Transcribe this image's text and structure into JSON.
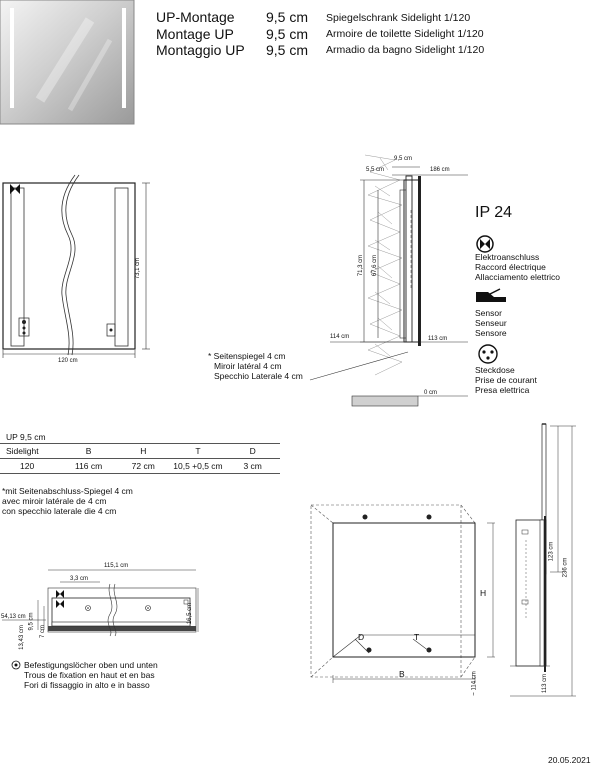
{
  "header": {
    "rows": [
      {
        "type": "UP-Montage",
        "depth": "9,5 cm",
        "product": "Spiegelschrank Sidelight 1/120"
      },
      {
        "type": "Montage UP",
        "depth": "9,5 cm",
        "product": "Armoire de toilette Sidelight 1/120"
      },
      {
        "type": "Montaggio UP",
        "depth": "9,5 cm",
        "product": "Armadio da bagno Sidelight 1/120"
      }
    ]
  },
  "front": {
    "width": "120 cm",
    "height": "73,1 cm"
  },
  "side": {
    "d95": "9,5 cm",
    "d55": "5,5 cm",
    "d186": "186 cm",
    "h713": "71,3 cm",
    "h676": "67,6 cm",
    "h114": "114 cm",
    "h113": "113 cm",
    "h0": "0 cm"
  },
  "mirror_note": [
    "* Seitenspiegel 4 cm",
    "Miroir latéral 4 cm",
    "Specchio Laterale 4 cm"
  ],
  "legend": {
    "ip": "IP 24",
    "power": [
      "Elektroanschluss",
      "Raccord électrique",
      "Allacciamento elettrico"
    ],
    "sensor": [
      "Sensor",
      "Senseur",
      "Sensore"
    ],
    "socket": [
      "Steckdose",
      "Prise de courant",
      "Presa elettrica"
    ]
  },
  "table": {
    "caption": "UP 9,5 cm",
    "headers": [
      "Sidelight",
      "B",
      "H",
      "T",
      "D"
    ],
    "values": [
      "120",
      "116 cm",
      "72 cm",
      "10,5 +0,5 cm",
      "3 cm"
    ]
  },
  "side_mirror_note": [
    "*mit Seitenabschluss-Spiegel 4 cm",
    "avec miroir latérale de 4 cm",
    "con specchio laterale die 4 cm"
  ],
  "top": {
    "w1151": "115,1 cm",
    "w33": "3,3 cm",
    "d165": "16,5 cm",
    "d5413": "54,13 cm",
    "d1343": "13,43 cm",
    "d95": "9,5 cm",
    "d7": "7 cm"
  },
  "holes_note": [
    "Befestigungslöcher oben und unten",
    "Trous de fixation en haut et en bas",
    "Fori di fissaggio in alto e in basso"
  ],
  "niche": {
    "h": "H",
    "b": "B",
    "d": "D",
    "t": "T"
  },
  "install": {
    "h123": "123 cm",
    "h236": "236 cm",
    "h114": "~ 114 cm",
    "h113": "113 cm"
  },
  "date": "20.05.2021"
}
